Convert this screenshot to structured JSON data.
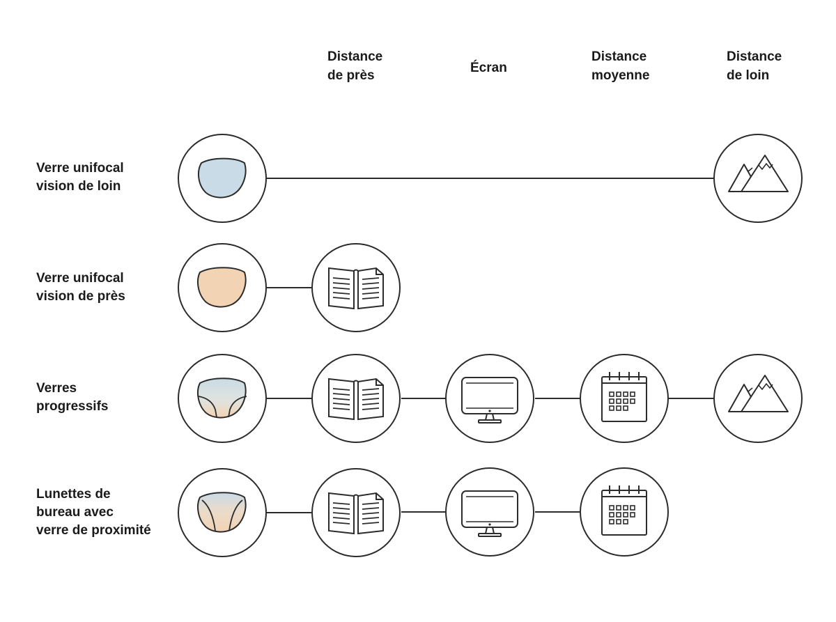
{
  "columns": [
    {
      "id": "near",
      "label": "Distance\nde près"
    },
    {
      "id": "screen",
      "label": "Écran"
    },
    {
      "id": "mid",
      "label": "Distance\nmoyenne"
    },
    {
      "id": "far",
      "label": "Distance\nde loin"
    }
  ],
  "rows": [
    {
      "label": "Verre unifocal\nvision de loin",
      "lens": "lens-distance-icon",
      "lens_color": "#c9dbe6",
      "coverage": [
        "far"
      ],
      "connector": "continuous"
    },
    {
      "label": "Verre unifocal\nvision de près",
      "lens": "lens-near-icon",
      "lens_color": "#f2d3b3",
      "coverage": [
        "near"
      ],
      "connector": "stepped"
    },
    {
      "label": "Verres\nprogressifs",
      "lens": "lens-progressive-icon",
      "lens_color": "#c9dbe6",
      "coverage": [
        "near",
        "screen",
        "mid",
        "far"
      ],
      "connector": "stepped"
    },
    {
      "label": "Lunettes de\nbureau avec\nverre de proximité",
      "lens": "lens-office-icon",
      "lens_color": "#f2d3b3",
      "coverage": [
        "near",
        "screen",
        "mid"
      ],
      "connector": "stepped"
    }
  ],
  "icons": {
    "near": "book-icon",
    "screen": "monitor-icon",
    "mid": "calendar-icon",
    "far": "mountain-icon"
  },
  "colors": {
    "stroke": "#2b2b2b",
    "blue_tint": "#c9dbe6",
    "peach_tint": "#f2d3b3"
  }
}
